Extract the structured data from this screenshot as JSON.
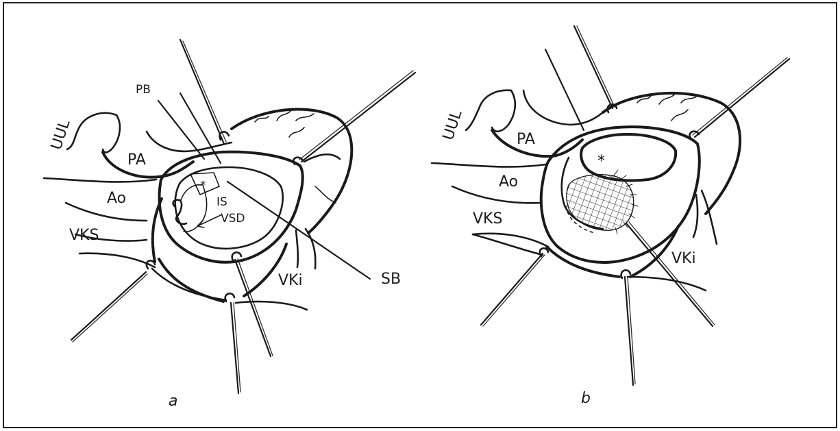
{
  "panel_a": {
    "caption": "a",
    "labels": {
      "uul": "UUL",
      "pb": "PB",
      "pa": "PA",
      "ao": "Ao",
      "vks": "VKS",
      "is": "IS",
      "vsd": "VSD",
      "vki": "VKi",
      "sb": "SB",
      "star": "*"
    }
  },
  "panel_b": {
    "caption": "b",
    "labels": {
      "uul": "UUL",
      "pa": "PA",
      "ao": "Ao",
      "vks": "VKS",
      "vki": "VKi",
      "star": "*"
    }
  }
}
